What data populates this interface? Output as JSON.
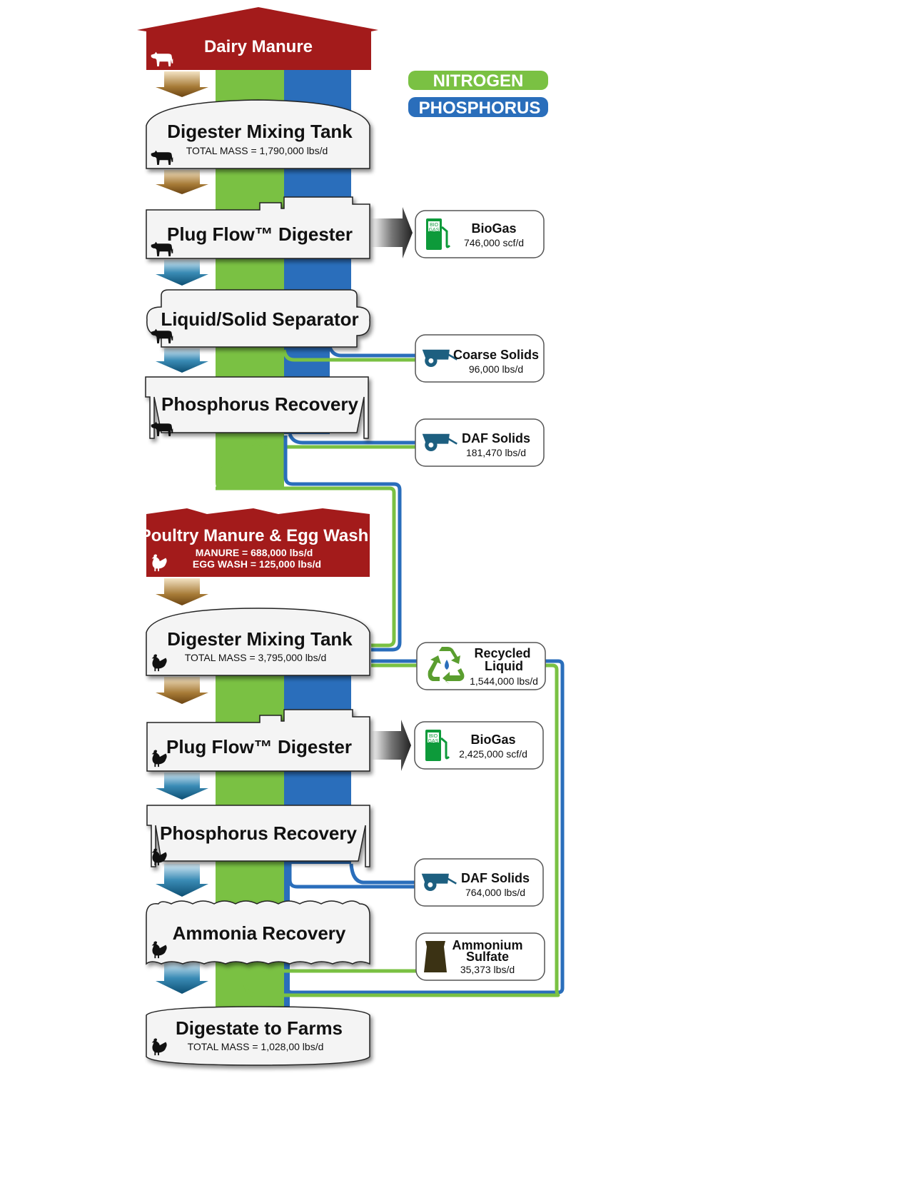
{
  "colors": {
    "nitrogen": "#7ac143",
    "phosphorus": "#2a6ebb",
    "manure_red": "#a31b1b",
    "box_fill": "#f4f4f4",
    "brown_arrow": "#8a5a1c",
    "blue_arrow": "#1d6a93",
    "dark_green_icon": "#0d9a3a"
  },
  "legend": {
    "nitrogen": "NITROGEN",
    "phosphorus": "PHOSPHORUS"
  },
  "dairy_source": {
    "title": "Dairy Manure",
    "icon": "cow-icon"
  },
  "dairy_stages": [
    {
      "title": "Digester Mixing Tank",
      "sub": "TOTAL MASS = 1,790,000 lbs/d",
      "icon": "cow-icon"
    },
    {
      "title": "Plug Flow™ Digester",
      "sub": "",
      "icon": "cow-icon"
    },
    {
      "title": "Liquid/Solid Separator",
      "sub": "",
      "icon": "cow-icon"
    },
    {
      "title": "Phosphorus Recovery",
      "sub": "",
      "icon": "cow-icon"
    }
  ],
  "poultry_source": {
    "title": "Poultry Manure & Egg Wash",
    "line1": "MANURE = 688,000 lbs/d",
    "line2": "EGG WASH = 125,000 lbs/d",
    "icon": "chicken-icon"
  },
  "poultry_stages": [
    {
      "title": "Digester Mixing Tank",
      "sub": "TOTAL MASS = 3,795,000 lbs/d",
      "icon": "chicken-icon"
    },
    {
      "title": "Plug Flow™ Digester",
      "sub": "",
      "icon": "chicken-icon"
    },
    {
      "title": "Phosphorus Recovery",
      "sub": "",
      "icon": "chicken-icon"
    },
    {
      "title": "Ammonia Recovery",
      "sub": "",
      "icon": "chicken-icon"
    },
    {
      "title": "Digestate to Farms",
      "sub": "TOTAL MASS = 1,028,00 lbs/d",
      "icon": "chicken-icon"
    }
  ],
  "outputs": [
    {
      "title": "BioGas",
      "value": "746,000 scf/d",
      "icon": "biogas-pump-icon",
      "pump_label_1": "BIO",
      "pump_label_2": "GAS"
    },
    {
      "title": "Coarse Solids",
      "value": "96,000 lbs/d",
      "icon": "manure-spreader-icon"
    },
    {
      "title": "DAF Solids",
      "value": "181,470 lbs/d",
      "icon": "manure-spreader-icon"
    },
    {
      "title_1": "Recycled",
      "title_2": "Liquid",
      "value": "1,544,000 lbs/d",
      "icon": "recycle-water-icon"
    },
    {
      "title": "BioGas",
      "value": "2,425,000 scf/d",
      "icon": "biogas-pump-icon",
      "pump_label_1": "BIO",
      "pump_label_2": "GAS"
    },
    {
      "title": "DAF Solids",
      "value": "764,000 lbs/d",
      "icon": "manure-spreader-icon"
    },
    {
      "title_1": "Ammonium",
      "title_2": "Sulfate",
      "value": "35,373 lbs/d",
      "icon": "fertilizer-bag-icon"
    }
  ]
}
